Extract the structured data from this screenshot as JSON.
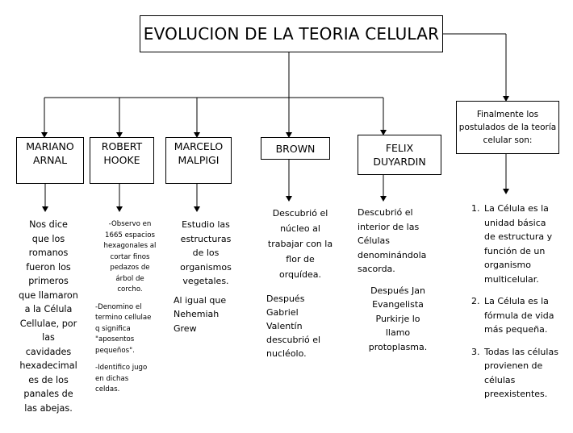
{
  "title": "EVOLUCION DE LA TEORIA CELULAR",
  "nodes": {
    "arnal": "MARIANO\nARNAL",
    "hooke": "ROBERT\nHOOKE",
    "malpigi": "MARCELO\nMALPIGI",
    "brown": "BROWN",
    "duyardin": "FELIX\nDUYARDIN",
    "final": "Finalmente los\npostulados de la teoría\ncelular son:"
  },
  "descriptions": {
    "arnal": "Nos dice\nque los\nromanos\nfueron los\nprimeros\nque llamaron\na la Célula\nCellulae, por\nlas\ncavidades\nhexadecimal\nes de los\npanales de\nlas abejas.",
    "hooke_1": "-Observo en\n1665 espacios\nhexagonales al\ncortar finos\npedazos de\nárbol de\ncorcho.",
    "hooke_2": "-Denomino el\ntermino cellulae\nq significa\n\"aposentos\npequeños\".",
    "hooke_3": "-Identifico jugo\nen dichas\nceldas.",
    "malpigi_1": "Estudio las\nestructuras\nde los\norganismos\nvegetales.",
    "malpigi_2": "Al igual que\nNehemiah\nGrew",
    "brown_1": "Descubrió el\nnúcleo al\ntrabajar con la\nflor de\norquídea.",
    "brown_2": "Después\nGabriel\nValentín\ndescubrió el\nnucléolo.",
    "duyardin_1": "Descubrió el\ninterior de las\nCélulas\ndenominándola\nsacorda.",
    "duyardin_2": "Después Jan\nEvangelista\nPurkirje lo\nllamo\nprotoplasma."
  },
  "postulates": [
    "La Célula es la unidad básica de estructura y función de un organismo multicelular.",
    "La Célula es la fórmula de vida más pequeña.",
    "Todas las células provienen de células preexistentes."
  ]
}
